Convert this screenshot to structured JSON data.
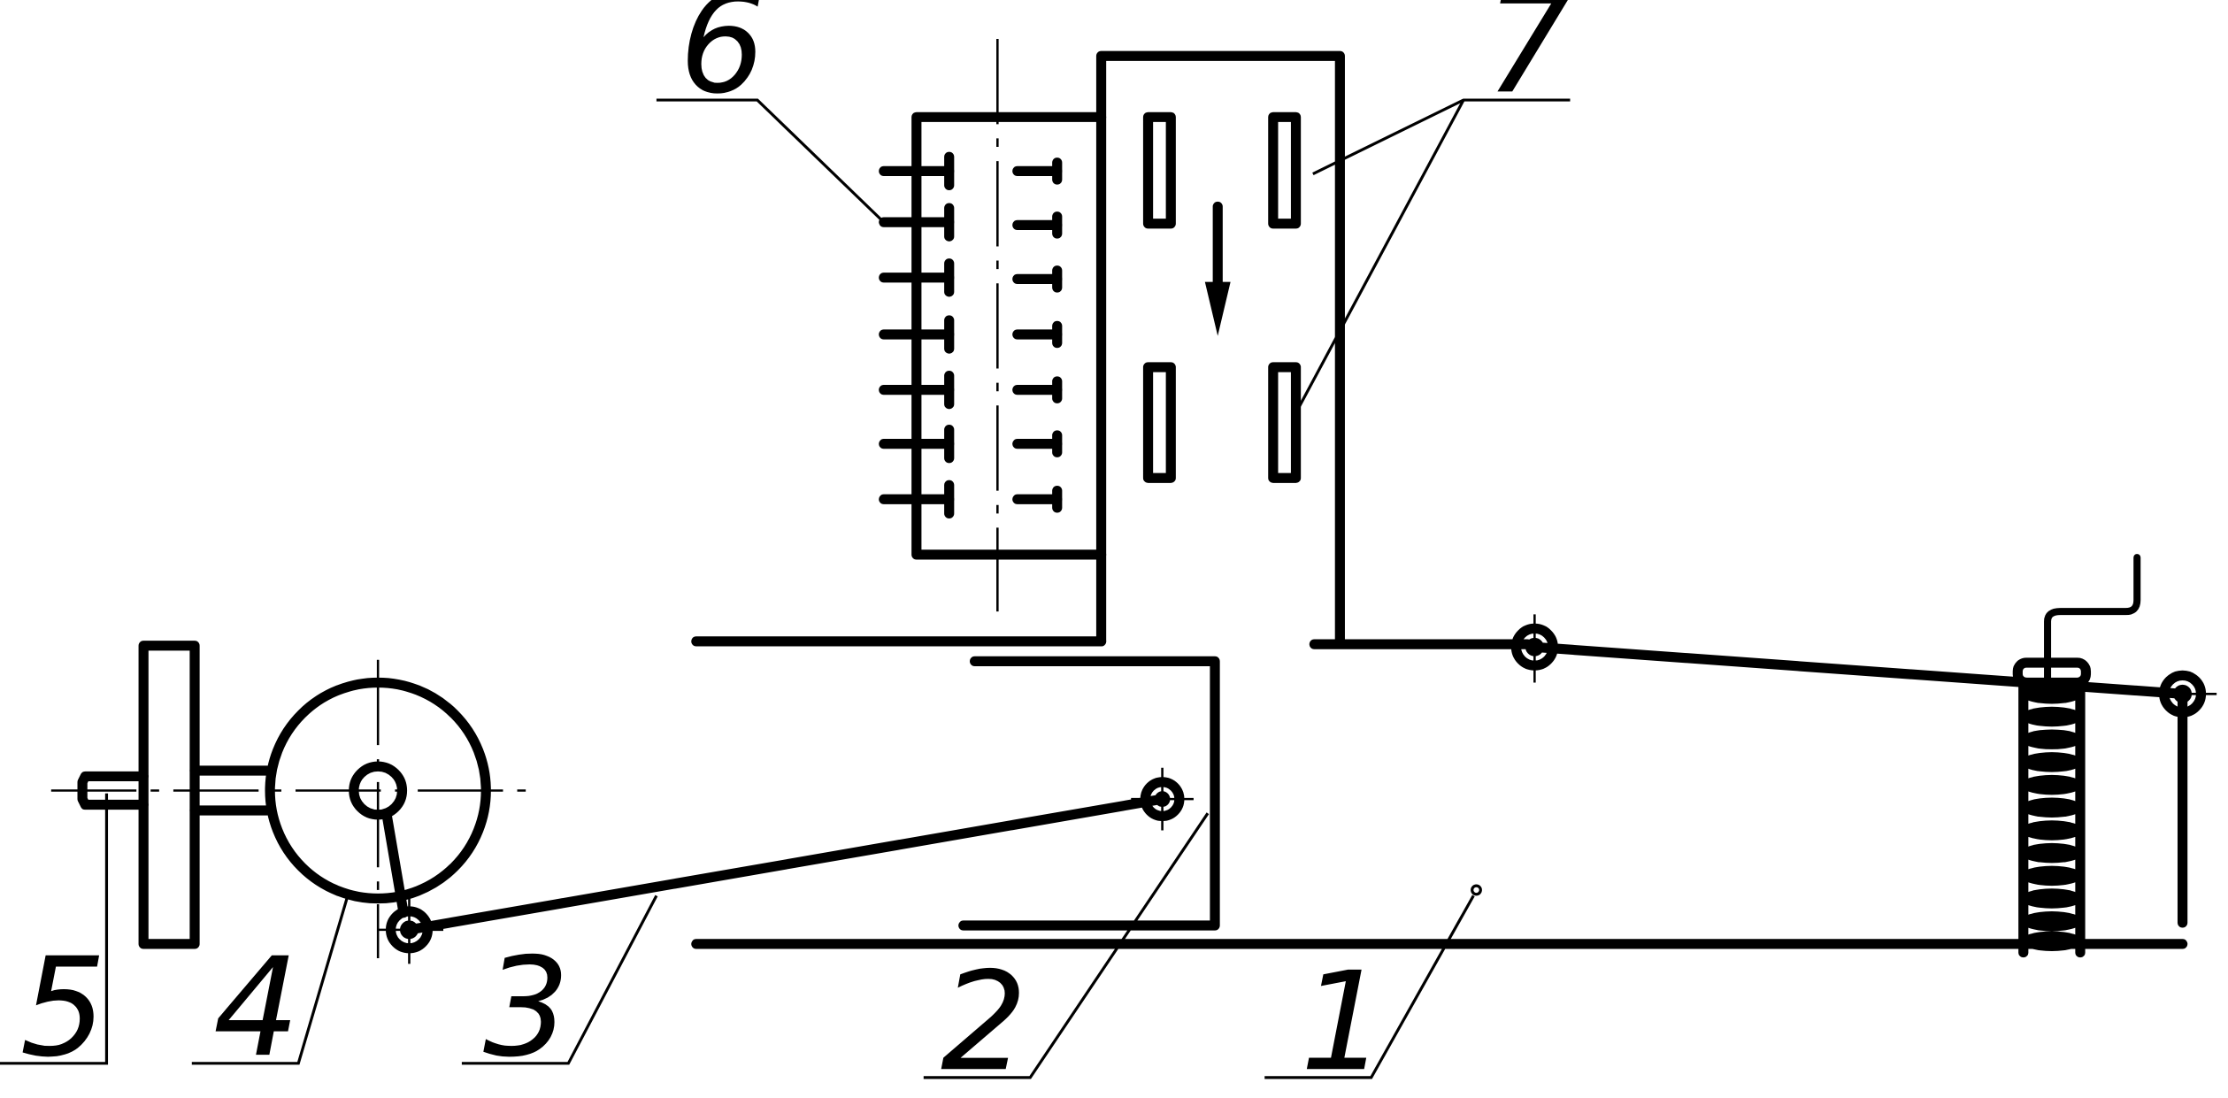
{
  "labels": {
    "part_1": "1",
    "part_2": "2",
    "part_3": "3",
    "part_4": "4",
    "part_5": "5",
    "part_6": "6",
    "part_7": "7"
  },
  "icons": {
    "flow_arrow": "down-arrow-icon",
    "pivot": "pivot-joint-icon",
    "spring": "coil-spring-icon"
  },
  "colors": {
    "line": "#000000",
    "background": "#ffffff"
  }
}
